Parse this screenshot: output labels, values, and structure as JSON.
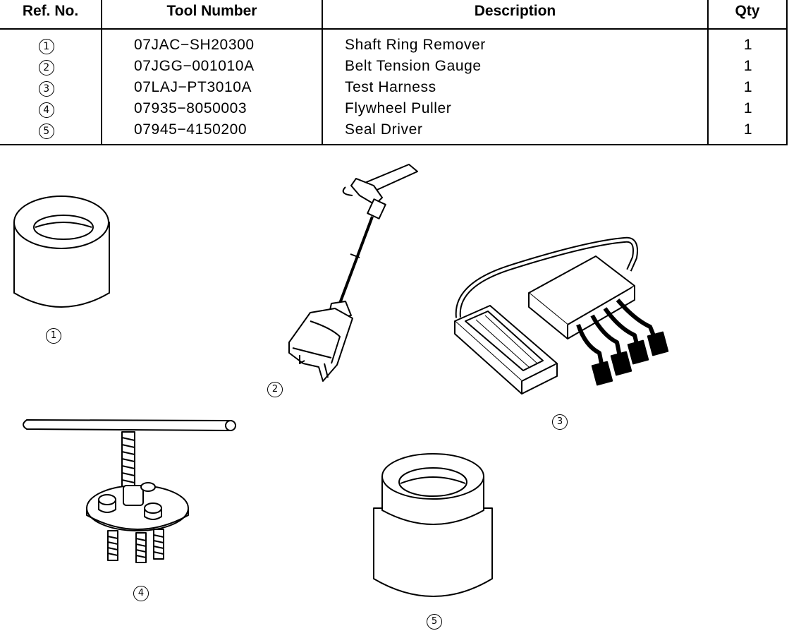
{
  "table": {
    "headers": {
      "ref": "Ref. No.",
      "tool": "Tool Number",
      "desc": "Description",
      "qty": "Qty"
    },
    "rows": [
      {
        "ref": "1",
        "tool": "07JAC−SH20300",
        "desc": "Shaft Ring Remover",
        "qty": "1"
      },
      {
        "ref": "2",
        "tool": "07JGG−001010A",
        "desc": "Belt Tension Gauge",
        "qty": "1"
      },
      {
        "ref": "3",
        "tool": "07LAJ−PT3010A",
        "desc": "Test Harness",
        "qty": "1"
      },
      {
        "ref": "4",
        "tool": "07935−8050003",
        "desc": "Flywheel Puller",
        "qty": "1"
      },
      {
        "ref": "5",
        "tool": "07945−4150200",
        "desc": "Seal Driver",
        "qty": "1"
      }
    ]
  },
  "figures": [
    {
      "ref": "1",
      "icon": "shaft-ring-remover-drawing"
    },
    {
      "ref": "2",
      "icon": "belt-tension-gauge-drawing"
    },
    {
      "ref": "3",
      "icon": "test-harness-drawing"
    },
    {
      "ref": "4",
      "icon": "flywheel-puller-drawing"
    },
    {
      "ref": "5",
      "icon": "seal-driver-drawing"
    }
  ]
}
